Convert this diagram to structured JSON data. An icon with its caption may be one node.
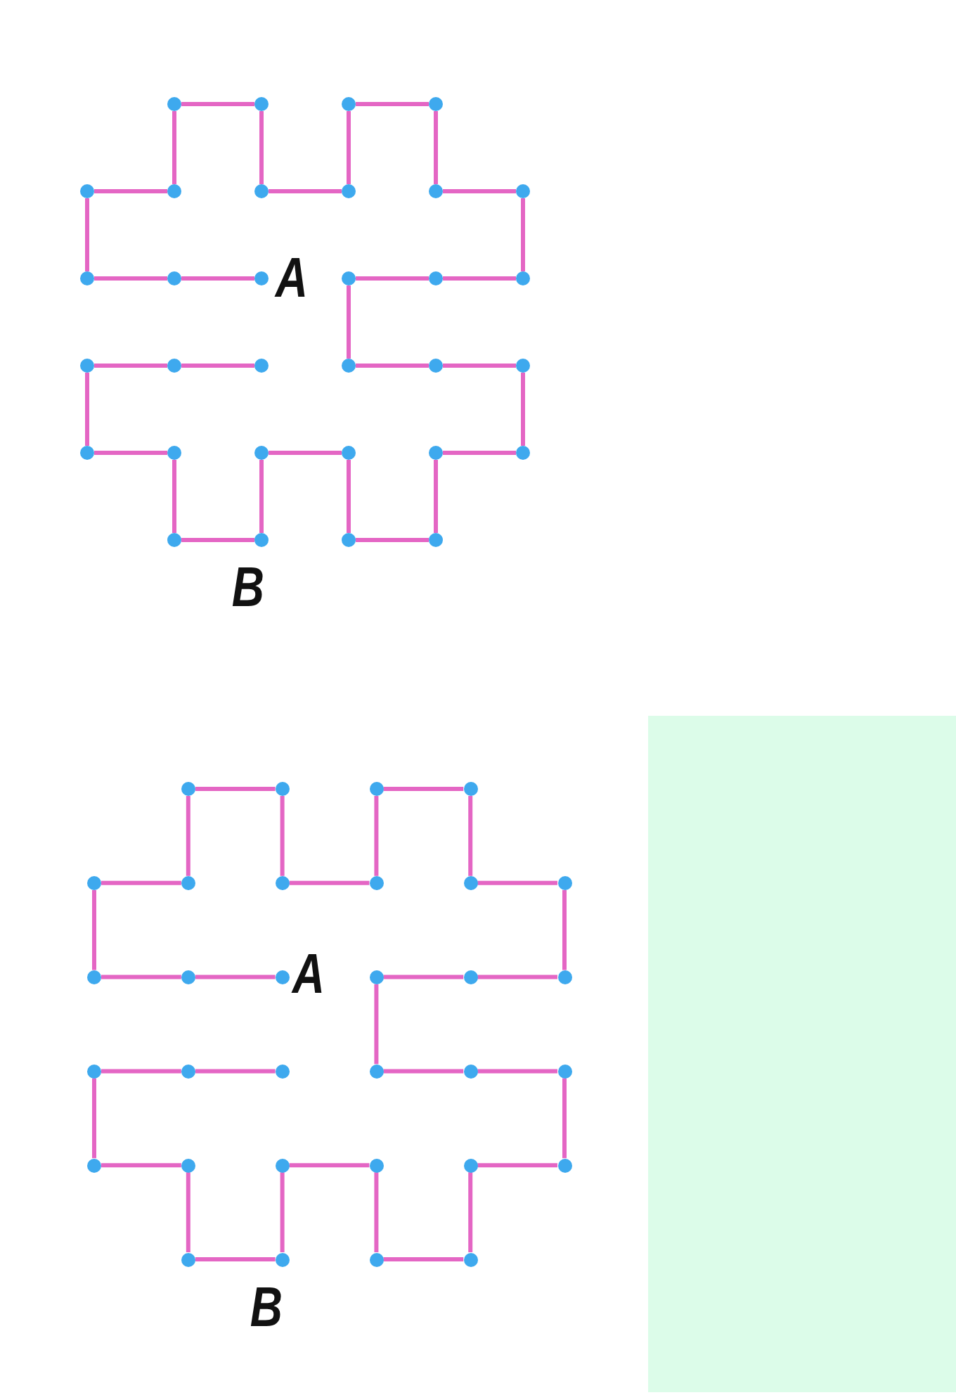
{
  "diagram": {
    "nodes": [
      {
        "text": [],
        "shape": "circle"
      },
      {
        "text": [],
        "shape": "circle"
      },
      {
        "text": [],
        "shape": "circle"
      },
      {
        "text": [],
        "shape": "circle"
      },
      {
        "text": [],
        "shape": "circle"
      },
      {
        "text": [],
        "shape": "circle"
      },
      {
        "text": [],
        "shape": "circle"
      },
      {
        "text": [],
        "shape": "circle"
      },
      {
        "text": [],
        "shape": "circle"
      },
      {
        "text": [],
        "shape": "circle"
      },
      {
        "text": [],
        "shape": "circle"
      },
      {
        "text": [],
        "shape": "circle"
      },
      {
        "text": [],
        "shape": "circle"
      },
      {
        "text": [],
        "shape": "circle"
      },
      {
        "text": [],
        "shape": "circle"
      },
      {
        "text": [],
        "shape": "circle"
      },
      {
        "text": [],
        "shape": "circle"
      },
      {
        "text": [],
        "shape": "circle"
      },
      {
        "text": [],
        "shape": "circle"
      },
      {
        "text": [],
        "shape": "circle"
      },
      {
        "text": [],
        "shape": "circle"
      },
      {
        "text": [],
        "shape": "circle"
      },
      {
        "text": [],
        "shape": "circle"
      },
      {
        "text": [],
        "shape": "circle"
      },
      {
        "text": [],
        "shape": "circle"
      },
      {
        "text": [],
        "shape": "circle"
      },
      {
        "text": [],
        "shape": "circle"
      },
      {
        "text": [],
        "shape": "circle"
      },
      {
        "text": [],
        "shape": "circle"
      },
      {
        "text": [],
        "shape": "circle"
      },
      {
        "text": [],
        "shape": "circle"
      },
      {
        "text": [],
        "shape": "circle"
      },
      {
        "text": [],
        "shape": "circle"
      },
      {
        "text": [],
        "shape": "circle"
      },
      {
        "text": [],
        "shape": "circle"
      },
      {
        "text": [],
        "shape": "circle"
      },
      {
        "text": [],
        "shape": "circle"
      },
      {
        "text": [],
        "shape": "circle"
      },
      {
        "text": [],
        "shape": "circle"
      },
      {
        "text": [],
        "shape": "circle"
      },
      {
        "text": [],
        "shape": "circle"
      },
      {
        "text": [],
        "shape": "circle"
      },
      {
        "text": [],
        "shape": "circle"
      },
      {
        "text": [],
        "shape": "circle"
      },
      {
        "text": [],
        "shape": "circle"
      },
      {
        "text": [],
        "shape": "circle"
      },
      {
        "text": [],
        "shape": "circle"
      },
      {
        "text": [],
        "shape": "circle"
      },
      {
        "text": [],
        "shape": "circle"
      },
      {
        "text": [],
        "shape": "circle"
      },
      {
        "text": [],
        "shape": "circle"
      },
      {
        "text": [],
        "shape": "circle"
      },
      {
        "text": [],
        "shape": "circle"
      },
      {
        "text": [],
        "shape": "circle"
      },
      {
        "text": [],
        "shape": "circle"
      },
      {
        "text": [],
        "shape": "circle"
      },
      {
        "text": [],
        "shape": "circle"
      },
      {
        "text": [],
        "shape": "circle"
      },
      {
        "text": [],
        "shape": "circle"
      },
      {
        "text": [],
        "shape": "circle"
      },
      {
        "text": [],
        "shape": "circle"
      },
      {
        "text": [],
        "shape": "circle"
      },
      {
        "text": [],
        "shape": "circle"
      },
      {
        "text": [],
        "shape": "circle"
      }
    ],
    "edges": [
      {
        "from": 0,
        "to": 1,
        "arrow": "none"
      },
      {
        "from": 2,
        "to": 3,
        "arrow": "none"
      },
      {
        "from": 4,
        "to": 5,
        "arrow": "none"
      },
      {
        "from": 6,
        "to": 7,
        "arrow": "none"
      },
      {
        "from": 8,
        "to": 9,
        "arrow": "none"
      },
      {
        "from": 10,
        "to": 11,
        "arrow": "none"
      },
      {
        "from": 11,
        "to": 12,
        "arrow": "none"
      },
      {
        "from": 13,
        "to": 14,
        "arrow": "none"
      },
      {
        "from": 14,
        "to": 15,
        "arrow": "none"
      },
      {
        "from": 16,
        "to": 17,
        "arrow": "none"
      },
      {
        "from": 17,
        "to": 18,
        "arrow": "none"
      },
      {
        "from": 19,
        "to": 20,
        "arrow": "none"
      },
      {
        "from": 20,
        "to": 21,
        "arrow": "none"
      },
      {
        "from": 22,
        "to": 23,
        "arrow": "none"
      },
      {
        "from": 24,
        "to": 25,
        "arrow": "none"
      },
      {
        "from": 26,
        "to": 27,
        "arrow": "none"
      },
      {
        "from": 28,
        "to": 29,
        "arrow": "none"
      },
      {
        "from": 30,
        "to": 31,
        "arrow": "none"
      },
      {
        "from": 0,
        "to": 5,
        "arrow": "none"
      },
      {
        "from": 1,
        "to": 6,
        "arrow": "none"
      },
      {
        "from": 2,
        "to": 7,
        "arrow": "none"
      },
      {
        "from": 3,
        "to": 8,
        "arrow": "none"
      },
      {
        "from": 4,
        "to": 10,
        "arrow": "none"
      },
      {
        "from": 9,
        "to": 15,
        "arrow": "none"
      },
      {
        "from": 13,
        "to": 19,
        "arrow": "none"
      },
      {
        "from": 16,
        "to": 22,
        "arrow": "none"
      },
      {
        "from": 21,
        "to": 27,
        "arrow": "none"
      },
      {
        "from": 23,
        "to": 28,
        "arrow": "none"
      },
      {
        "from": 24,
        "to": 29,
        "arrow": "none"
      },
      {
        "from": 25,
        "to": 30,
        "arrow": "none"
      },
      {
        "from": 26,
        "to": 31,
        "arrow": "none"
      },
      {
        "from": 32,
        "to": 33,
        "arrow": "none"
      },
      {
        "from": 34,
        "to": 35,
        "arrow": "none"
      },
      {
        "from": 36,
        "to": 37,
        "arrow": "none"
      },
      {
        "from": 38,
        "to": 39,
        "arrow": "none"
      },
      {
        "from": 40,
        "to": 41,
        "arrow": "none"
      },
      {
        "from": 42,
        "to": 43,
        "arrow": "none"
      },
      {
        "from": 43,
        "to": 44,
        "arrow": "none"
      },
      {
        "from": 45,
        "to": 46,
        "arrow": "none"
      },
      {
        "from": 46,
        "to": 47,
        "arrow": "none"
      },
      {
        "from": 48,
        "to": 49,
        "arrow": "none"
      },
      {
        "from": 49,
        "to": 50,
        "arrow": "none"
      },
      {
        "from": 51,
        "to": 52,
        "arrow": "none"
      },
      {
        "from": 52,
        "to": 53,
        "arrow": "none"
      },
      {
        "from": 54,
        "to": 55,
        "arrow": "none"
      },
      {
        "from": 56,
        "to": 57,
        "arrow": "none"
      },
      {
        "from": 58,
        "to": 59,
        "arrow": "none"
      },
      {
        "from": 60,
        "to": 61,
        "arrow": "none"
      },
      {
        "from": 62,
        "to": 63,
        "arrow": "none"
      },
      {
        "from": 32,
        "to": 37,
        "arrow": "none"
      },
      {
        "from": 33,
        "to": 38,
        "arrow": "none"
      },
      {
        "from": 34,
        "to": 39,
        "arrow": "none"
      },
      {
        "from": 35,
        "to": 40,
        "arrow": "none"
      },
      {
        "from": 36,
        "to": 42,
        "arrow": "none"
      },
      {
        "from": 41,
        "to": 47,
        "arrow": "none"
      },
      {
        "from": 45,
        "to": 51,
        "arrow": "none"
      },
      {
        "from": 48,
        "to": 54,
        "arrow": "none"
      },
      {
        "from": 53,
        "to": 59,
        "arrow": "none"
      },
      {
        "from": 55,
        "to": 60,
        "arrow": "none"
      },
      {
        "from": 56,
        "to": 61,
        "arrow": "none"
      },
      {
        "from": 57,
        "to": 62,
        "arrow": "none"
      },
      {
        "from": 58,
        "to": 63,
        "arrow": "none"
      }
    ],
    "labels": [
      "A",
      "B",
      "A",
      "B"
    ]
  }
}
